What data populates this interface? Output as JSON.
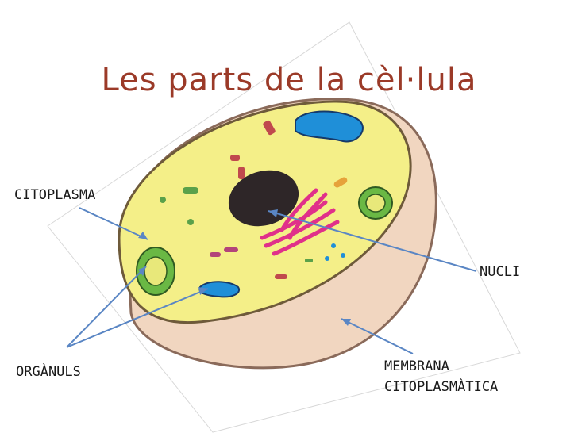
{
  "title": "Les parts de la cèl·lula",
  "labels": {
    "citoplasma": "CITOPLASMA",
    "organuls": "ORGÀNULS",
    "nucli": "NUCLI",
    "membrana_line1": "MEMBRANA",
    "membrana_line2": "CITOPLASMÀTICA"
  },
  "colors": {
    "title": "#9b3a28",
    "cytoplasm": "#f4ef88",
    "membrane_side": "#f1d6c0",
    "nucleus": "#2e2628",
    "golgi": "#e0308a",
    "mitochondria": "#6ab844",
    "vacuole": "#1f8fd8",
    "arrow": "#5a86c4"
  }
}
